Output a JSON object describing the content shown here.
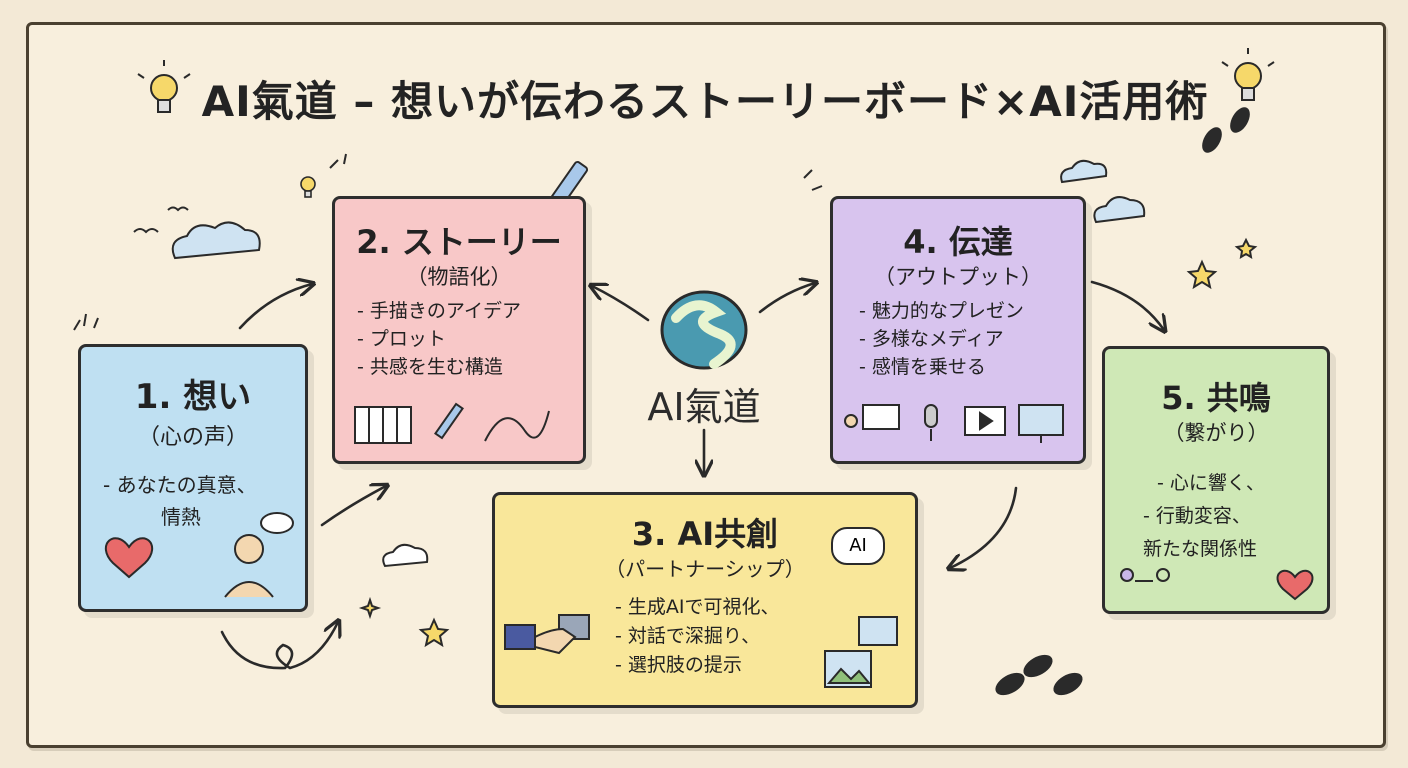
{
  "title": "AI氣道 – 想いが伝わるストーリーボード×AI活用術",
  "center": {
    "label": "AI氣道",
    "logo_icon": "swirl-logo-icon"
  },
  "steps": [
    {
      "title": "1. 想い",
      "subtitle": "（心の声）",
      "items": [
        "- あなたの真意、",
        "情熱"
      ],
      "color": "#bfe0f2",
      "icons": [
        "heart-icon",
        "thinking-person-icon"
      ]
    },
    {
      "title": "2. ストーリー",
      "subtitle": "（物語化）",
      "items": [
        "- 手描きのアイデア",
        "- プロット",
        "- 共感を生む構造"
      ],
      "color": "#f8c8c8",
      "icons": [
        "storyboard-icon",
        "pen-icon",
        "curve-graph-icon"
      ]
    },
    {
      "title": "3. AI共創",
      "subtitle": "（パートナーシップ）",
      "items": [
        "- 生成AIで可視化、",
        "- 対話で深掘り、",
        "- 選択肢の提示"
      ],
      "color": "#f9e79a",
      "badge": "AI",
      "icons": [
        "handshake-icon",
        "image-icon",
        "chat-bubble-icon"
      ]
    },
    {
      "title": "4. 伝達",
      "subtitle": "（アウトプット）",
      "items": [
        "- 魅力的なプレゼン",
        "- 多様なメディア",
        "- 感情を乗せる"
      ],
      "color": "#d8c4ee",
      "icons": [
        "presenter-icon",
        "microphone-icon",
        "video-icon",
        "monitor-icon"
      ]
    },
    {
      "title": "5. 共鳴",
      "subtitle": "（繋がり）",
      "items": [
        "- 心に響く、",
        "- 行動変容、",
        "新たな関係性"
      ],
      "color": "#cfe8b6",
      "icons": [
        "people-exchange-icon",
        "heart-icon"
      ]
    }
  ],
  "decorations": [
    "lightbulb-icon",
    "cloud-icon",
    "star-icon",
    "footprints-icon",
    "pencil-icon"
  ]
}
